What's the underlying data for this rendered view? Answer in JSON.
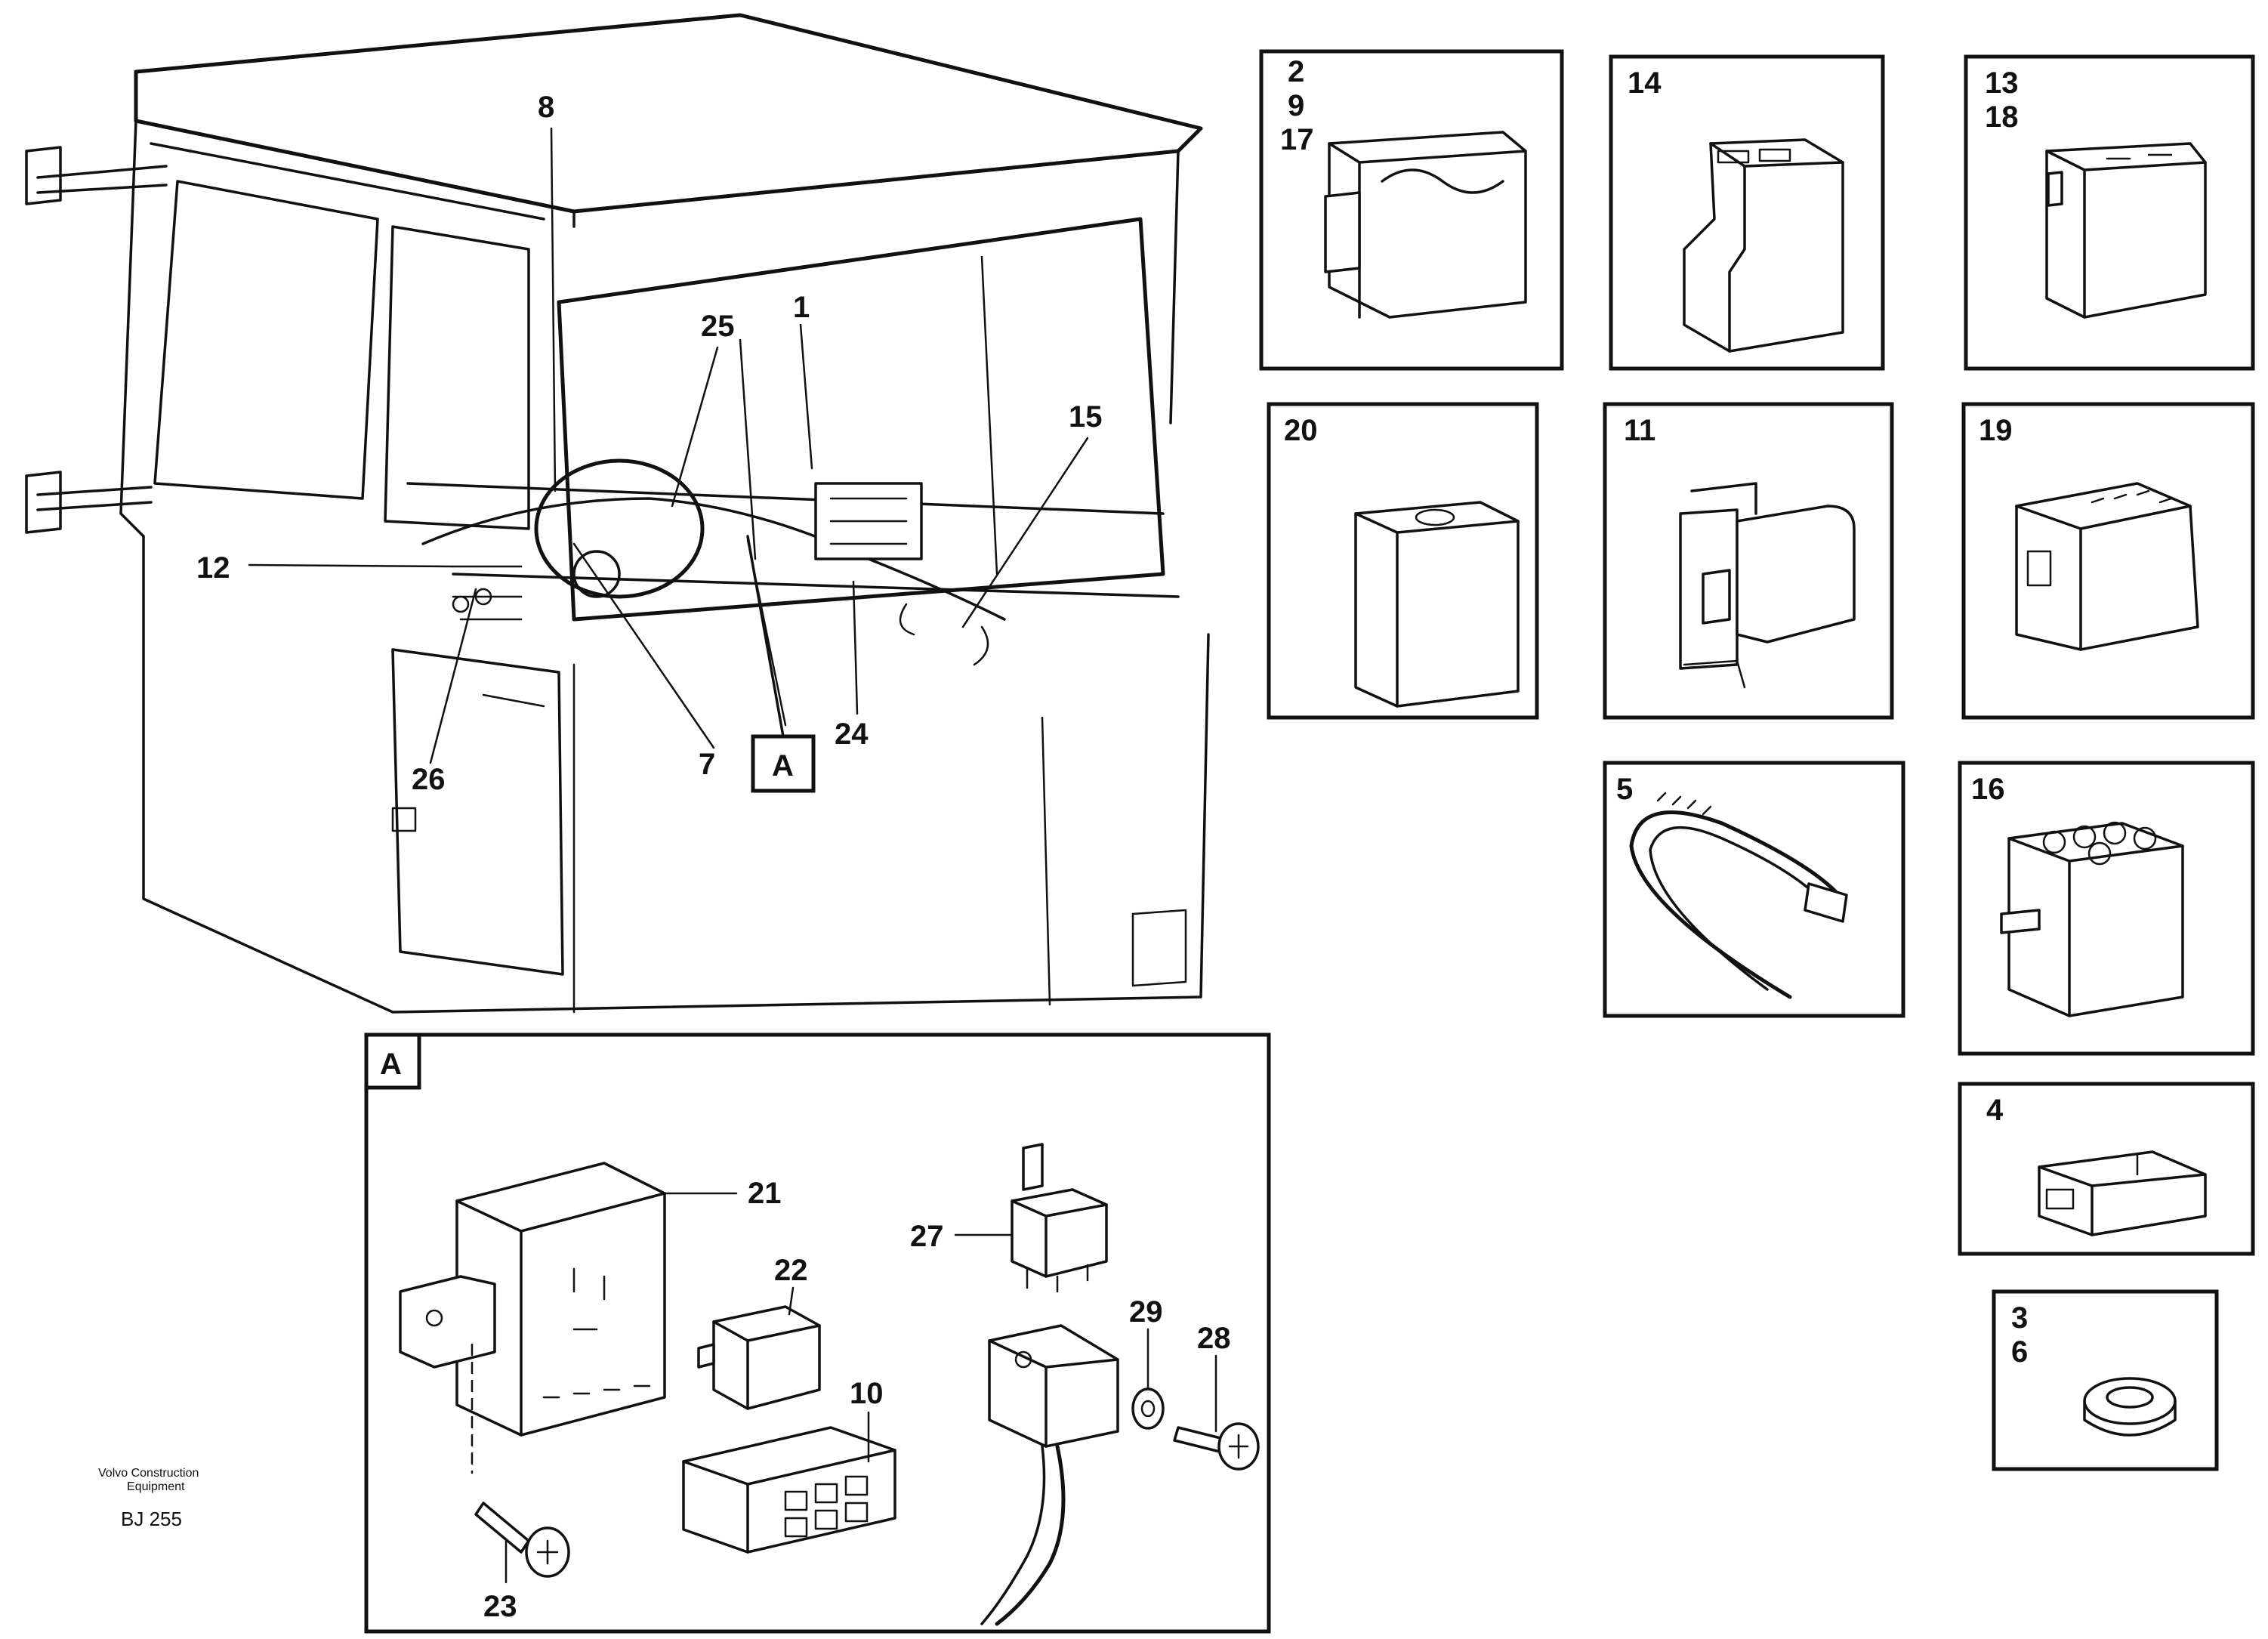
{
  "main_view": {
    "labels": {
      "n8": "8",
      "n25": "25",
      "n1": "1",
      "n15": "15",
      "n12": "12",
      "n26": "26",
      "n7": "7",
      "n24": "24",
      "detail_ref": "A"
    }
  },
  "detail_a": {
    "tag": "A",
    "labels": {
      "n21": "21",
      "n22": "22",
      "n27": "27",
      "n10": "10",
      "n29": "29",
      "n28": "28",
      "n23": "23"
    }
  },
  "panels": [
    {
      "key": "p_2_9_17",
      "labels": [
        "2",
        "9",
        "17"
      ],
      "icon": "connector-housing"
    },
    {
      "key": "p_14",
      "labels": [
        "14"
      ],
      "icon": "connector-block"
    },
    {
      "key": "p_13_18",
      "labels": [
        "13",
        "18"
      ],
      "icon": "connector-block-small"
    },
    {
      "key": "p_20",
      "labels": [
        "20"
      ],
      "icon": "relay-cube"
    },
    {
      "key": "p_11",
      "labels": [
        "11"
      ],
      "icon": "clip-holder"
    },
    {
      "key": "p_19",
      "labels": [
        "19"
      ],
      "icon": "multi-pin-connector"
    },
    {
      "key": "p_5",
      "labels": [
        "5"
      ],
      "icon": "cable-tie"
    },
    {
      "key": "p_16",
      "labels": [
        "16"
      ],
      "icon": "round-pin-connector"
    },
    {
      "key": "p_4",
      "labels": [
        "4"
      ],
      "icon": "plug-connector"
    },
    {
      "key": "p_3_6",
      "labels": [
        "3",
        "6"
      ],
      "icon": "grommet"
    }
  ],
  "footer": {
    "company_line1": "Volvo Construction",
    "company_line2": "Equipment",
    "code": "BJ 255"
  }
}
